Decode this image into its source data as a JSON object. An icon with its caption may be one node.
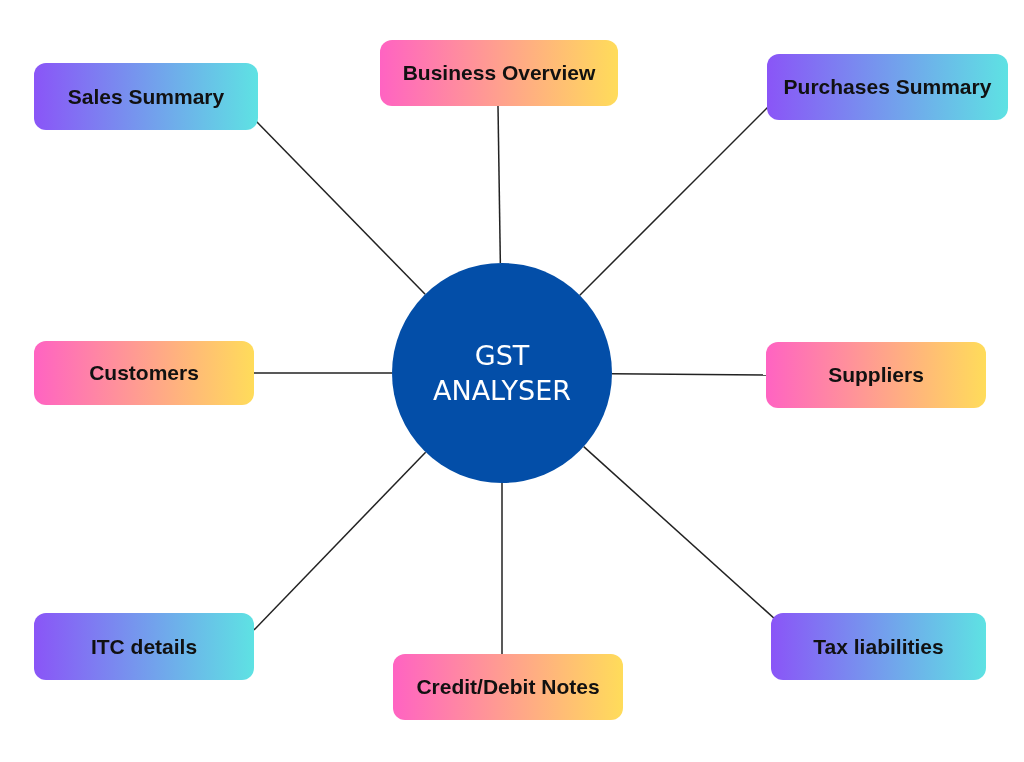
{
  "diagram": {
    "nodes": [
      {
        "text": [
          "GST ANALYSER"
        ]
      },
      {
        "text": [
          "Sales Summary"
        ]
      },
      {
        "text": [
          "Business Overview"
        ]
      },
      {
        "text": [
          "Purchases Summary"
        ]
      },
      {
        "text": [
          "Customers"
        ]
      },
      {
        "text": [
          "Suppliers"
        ]
      },
      {
        "text": [
          "ITC details"
        ]
      },
      {
        "text": [
          "Credit/Debit Notes"
        ]
      },
      {
        "text": [
          "Tax liabilities"
        ]
      }
    ],
    "edges": [
      {
        "from": 0,
        "to": 1,
        "arrow": "none"
      },
      {
        "from": 0,
        "to": 2,
        "arrow": "none"
      },
      {
        "from": 0,
        "to": 3,
        "arrow": "none"
      },
      {
        "from": 0,
        "to": 4,
        "arrow": "none"
      },
      {
        "from": 0,
        "to": 5,
        "arrow": "none"
      },
      {
        "from": 0,
        "to": 6,
        "arrow": "none"
      },
      {
        "from": 0,
        "to": 7,
        "arrow": "none"
      },
      {
        "from": 0,
        "to": 8,
        "arrow": "none"
      }
    ]
  }
}
